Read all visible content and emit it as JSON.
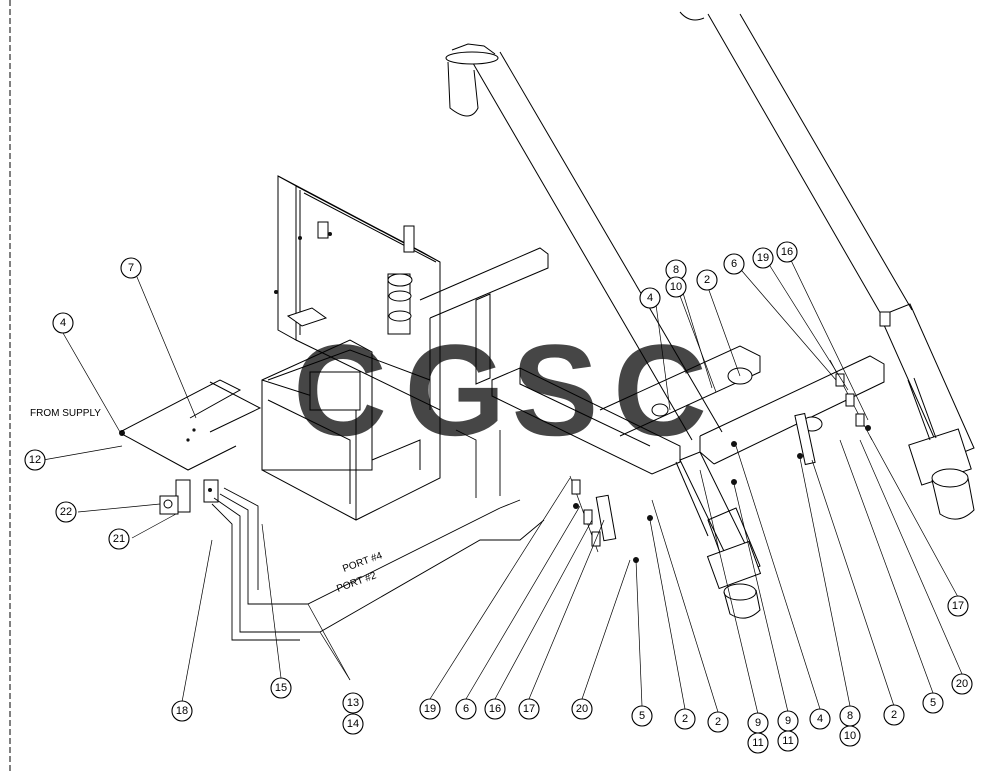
{
  "labels": {
    "from_supply": "FROM SUPPLY",
    "port_4": "PORT #4",
    "port_2": "PORT #2"
  },
  "watermark": {
    "letters": [
      "C",
      "G",
      "S",
      "C"
    ],
    "colors": [
      "#4f8ef7",
      "#f07a74",
      "#f5d34a",
      "#3fae7a"
    ]
  },
  "callouts": {
    "c4_left": "4",
    "c7": "7",
    "c12": "12",
    "c22": "22",
    "c21": "21",
    "c18": "18",
    "c15": "15",
    "c13": "13",
    "c14": "14",
    "c19_bottom": "19",
    "c6_bottom": "6",
    "c16_bottom": "16",
    "c17_bottom": "17",
    "c20_bottom": "20",
    "c5_bottom": "5",
    "c2_bottom_a": "2",
    "c2_bottom_b": "2",
    "c9_a": "9",
    "c11_a": "11",
    "c9_b": "9",
    "c11_b": "11",
    "c4_bottom": "4",
    "c8_bottom": "8",
    "c10_bottom": "10",
    "c2_bottom_c": "2",
    "c5_right": "5",
    "c20_right": "20",
    "c17_right": "17",
    "c8_top": "8",
    "c10_top": "10",
    "c4_top": "4",
    "c2_top": "2",
    "c6_top": "6",
    "c19_top": "19",
    "c16_top": "16"
  }
}
